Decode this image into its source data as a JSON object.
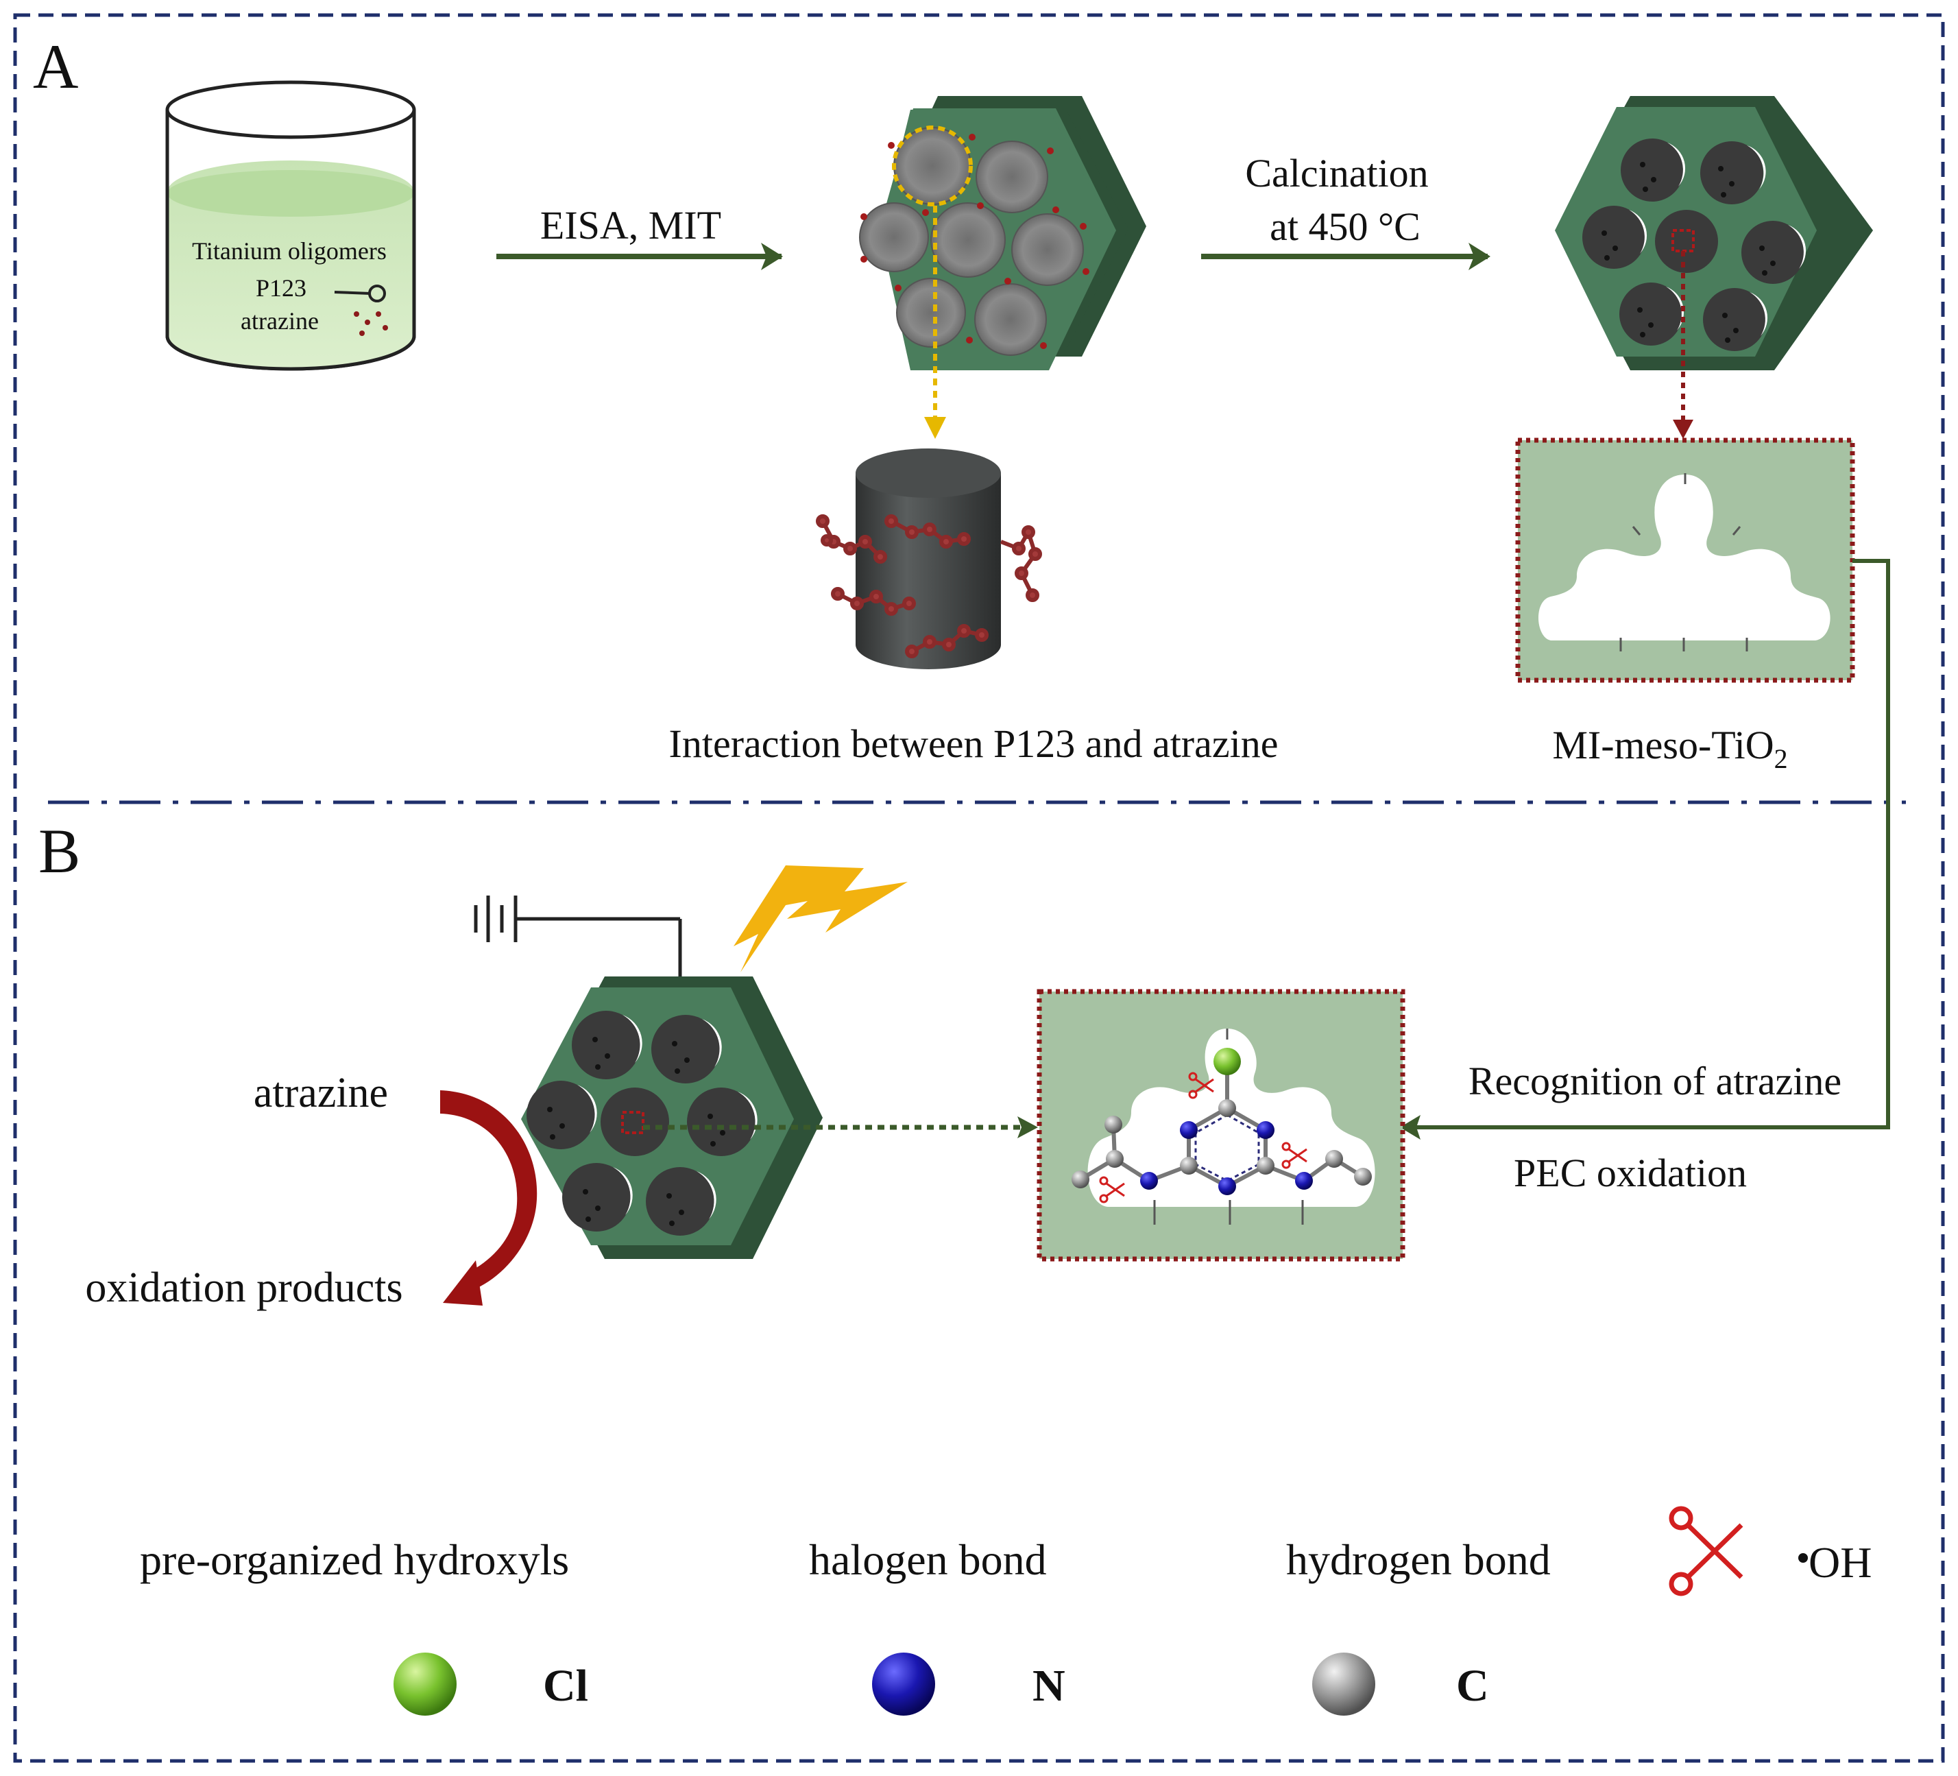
{
  "panels": {
    "a_label": "A",
    "b_label": "B"
  },
  "beaker": {
    "line1": "Titanium oligomers",
    "line2": "P123",
    "line3": "atrazine"
  },
  "steps": {
    "step1": "EISA, MIT",
    "step2_line1": "Calcination",
    "step2_line2": "at 450 °C"
  },
  "captions": {
    "interaction": "Interaction between P123 and atrazine",
    "material_main": "MI-meso-TiO",
    "material_sub": "2"
  },
  "panel_b": {
    "atrazine": "atrazine",
    "products": "oxidation products",
    "recognition": "Recognition of atrazine",
    "pec": "PEC oxidation"
  },
  "legend": {
    "pre_organized": "pre-organized hydroxyls",
    "halogen": "halogen bond",
    "hydrogen": "hydrogen bond",
    "oh": "OH",
    "cl": "Cl",
    "n": "N",
    "c": "C"
  },
  "colors": {
    "frame": "#1f2f6b",
    "prism_face": "#4a7d5c",
    "prism_side": "#2e5138",
    "pore": "#3a3a3a",
    "arrow": "#3b5a2a",
    "dotted_red": "#8b1a1a",
    "dotted_yellow": "#e6b800",
    "lightning": "#f2b20f",
    "curve_arrow": "#9b1212",
    "chlorine": "#7ac231",
    "nitrogen": "#1a17b0",
    "carbon": "#8c8c8c",
    "hydroxyl": "#b0a8dc",
    "halogen_bond": "#2d7a20",
    "hydrogen_bond": "#3c2a9a",
    "box_bg": "#a6c2a3"
  }
}
